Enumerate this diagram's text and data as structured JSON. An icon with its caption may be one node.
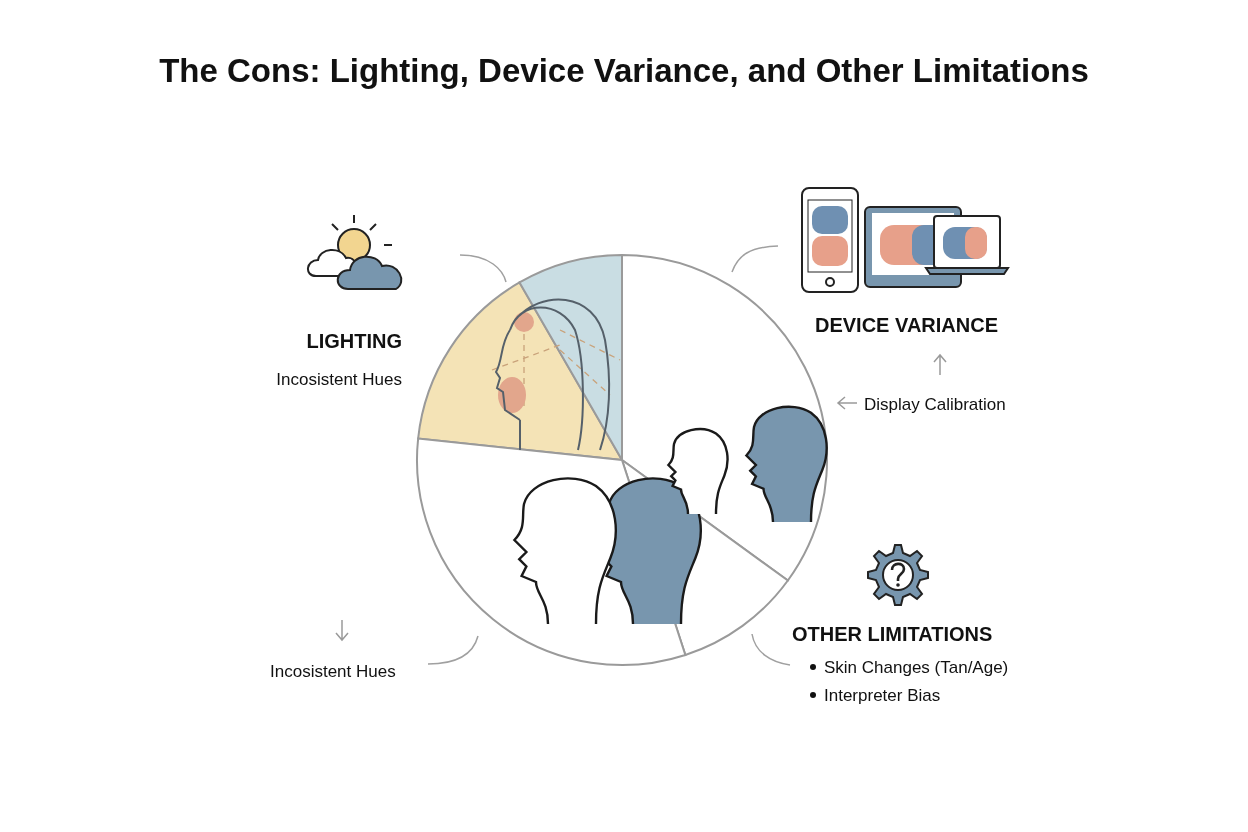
{
  "diagram": {
    "title": "The Cons: Lighting, Device Variance, and Other Limitations",
    "labels": [
      "LIGHTING",
      "Incosistent Hues",
      "DEVICE VARIANCE",
      "Display Calibration",
      "Incosistent Hues",
      "OTHER LIMITATIONS",
      "Skin Changes (Tan/Age)",
      "Interpreter Bias"
    ]
  }
}
